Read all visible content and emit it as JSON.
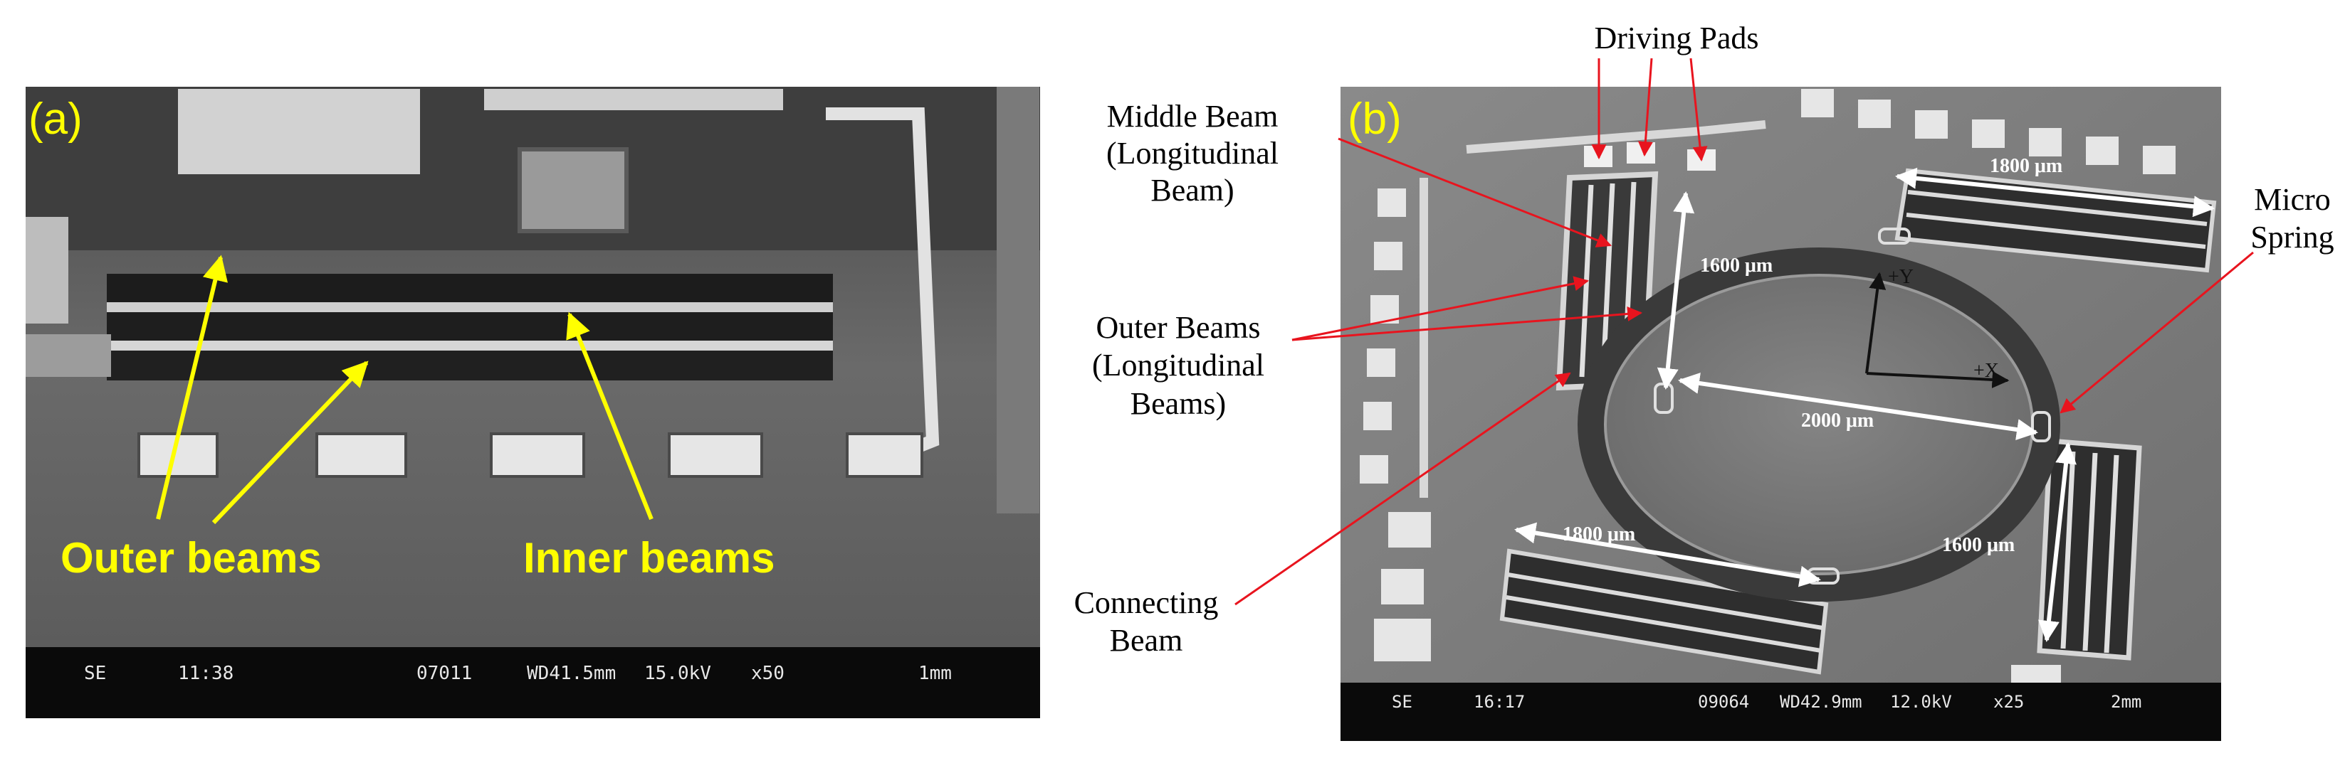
{
  "panel_a": {
    "label": "(a)",
    "outer_label": "Outer beams",
    "inner_label": "Inner beams",
    "info_bar": {
      "mode": "SE",
      "time": "11:38",
      "image_no": "07011",
      "wd": "WD41.5mm",
      "kv": "15.0kV",
      "mag": "x50",
      "scale": "1mm"
    }
  },
  "panel_b": {
    "label": "(b)",
    "annotations": {
      "driving_pads": "Driving Pads",
      "middle_beam_1": "Middle Beam",
      "middle_beam_2": "(Longitudinal",
      "middle_beam_3": "Beam)",
      "outer_beams_1": "Outer Beams",
      "outer_beams_2": "(Longitudinal",
      "outer_beams_3": "Beams)",
      "connecting_1": "Connecting",
      "connecting_2": "Beam",
      "micro_1": "Micro",
      "micro_2": "Spring"
    },
    "dimensions": {
      "top_right": "1800 μm",
      "left_vertical": "1600 μm",
      "diameter": "2000 μm",
      "bottom_left": "1800 μm",
      "right_vertical": "1600 μm"
    },
    "axes": {
      "y": "+Y",
      "x": "+X"
    },
    "info_bar": {
      "mode": "SE",
      "time": "16:17",
      "image_no": "09064",
      "wd": "WD42.9mm",
      "kv": "12.0kV",
      "mag": "x25",
      "scale": "2mm"
    }
  },
  "colors": {
    "annotation_yellow": "#ffff00",
    "pointer_red": "#e8141e",
    "dimension_white": "#ffffff"
  }
}
